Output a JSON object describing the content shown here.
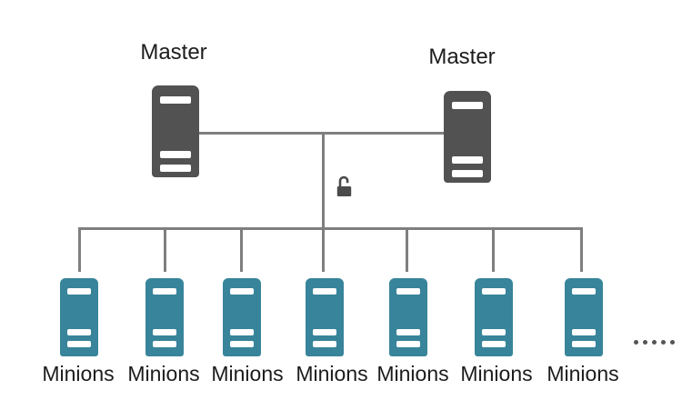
{
  "diagram": {
    "type": "architecture-topology",
    "masters": [
      {
        "label": "Master"
      },
      {
        "label": "Master"
      }
    ],
    "minions": [
      {
        "label": "Minions"
      },
      {
        "label": "Minions"
      },
      {
        "label": "Minions"
      },
      {
        "label": "Minions"
      },
      {
        "label": "Minions"
      },
      {
        "label": "Minions"
      },
      {
        "label": "Minions"
      }
    ],
    "icons": {
      "master_server": "server-icon",
      "minion_server": "server-icon",
      "security": "open-padlock-icon",
      "more_minions": "ellipsis-dots"
    },
    "more_minions_dot_count": 5,
    "colors": {
      "background": "#ffffff",
      "master_server": "#525252",
      "minion_server": "#38849a",
      "connector_line": "#7f7f7f",
      "label_text": "#1c1c1c",
      "lock": "#4a4a4a",
      "ellipsis_dots": "#555555"
    }
  }
}
